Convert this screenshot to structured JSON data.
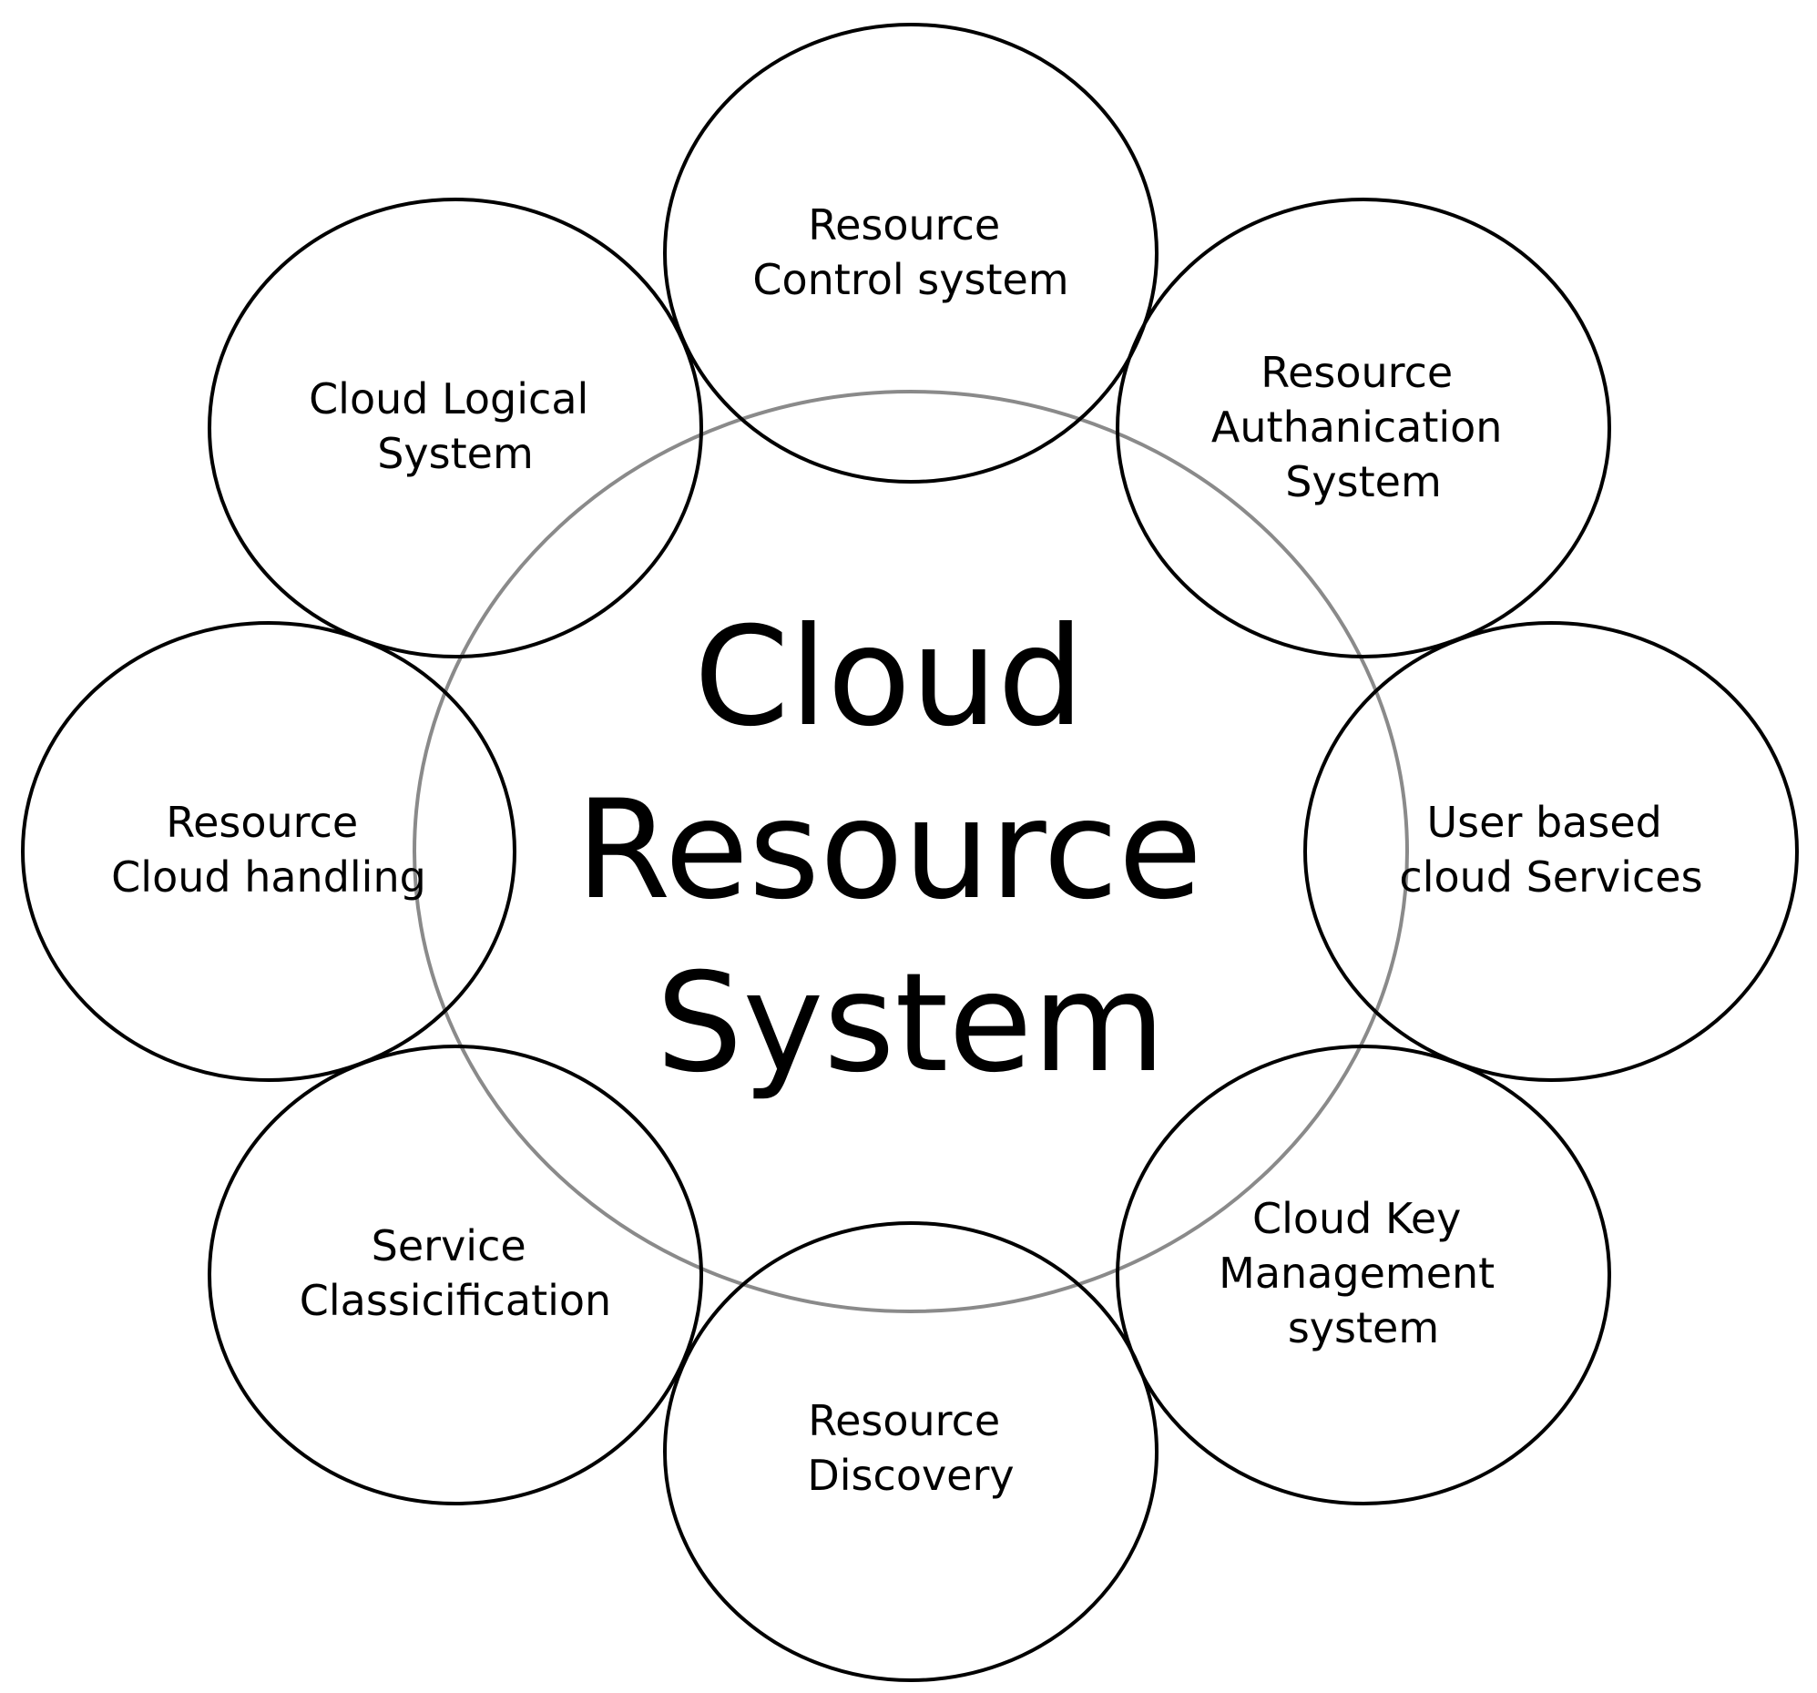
{
  "diagram": {
    "center": {
      "lines": [
        "Cloud",
        "Resource",
        "System"
      ]
    },
    "nodes": [
      {
        "id": "resource-control-system",
        "lines": [
          "Resource",
          "Control system"
        ]
      },
      {
        "id": "resource-authanication-system",
        "lines": [
          "Resource",
          "Authanication",
          "System"
        ]
      },
      {
        "id": "user-based-cloud-services",
        "lines": [
          "User based",
          "cloud Services"
        ]
      },
      {
        "id": "cloud-key-management-system",
        "lines": [
          "Cloud Key",
          "Management",
          "system"
        ]
      },
      {
        "id": "resource-discovery",
        "lines": [
          "Resource",
          "Discovery"
        ]
      },
      {
        "id": "service-classicification",
        "lines": [
          "Service",
          "Classicification"
        ]
      },
      {
        "id": "resource-cloud-handling",
        "lines": [
          "Resource",
          "Cloud handling"
        ]
      },
      {
        "id": "cloud-logical-system",
        "lines": [
          "Cloud Logical",
          "System"
        ]
      }
    ],
    "colors": {
      "node_stroke": "#000000",
      "hub_stroke": "#8a8a8a",
      "text": "#000000",
      "background": "#ffffff"
    }
  }
}
